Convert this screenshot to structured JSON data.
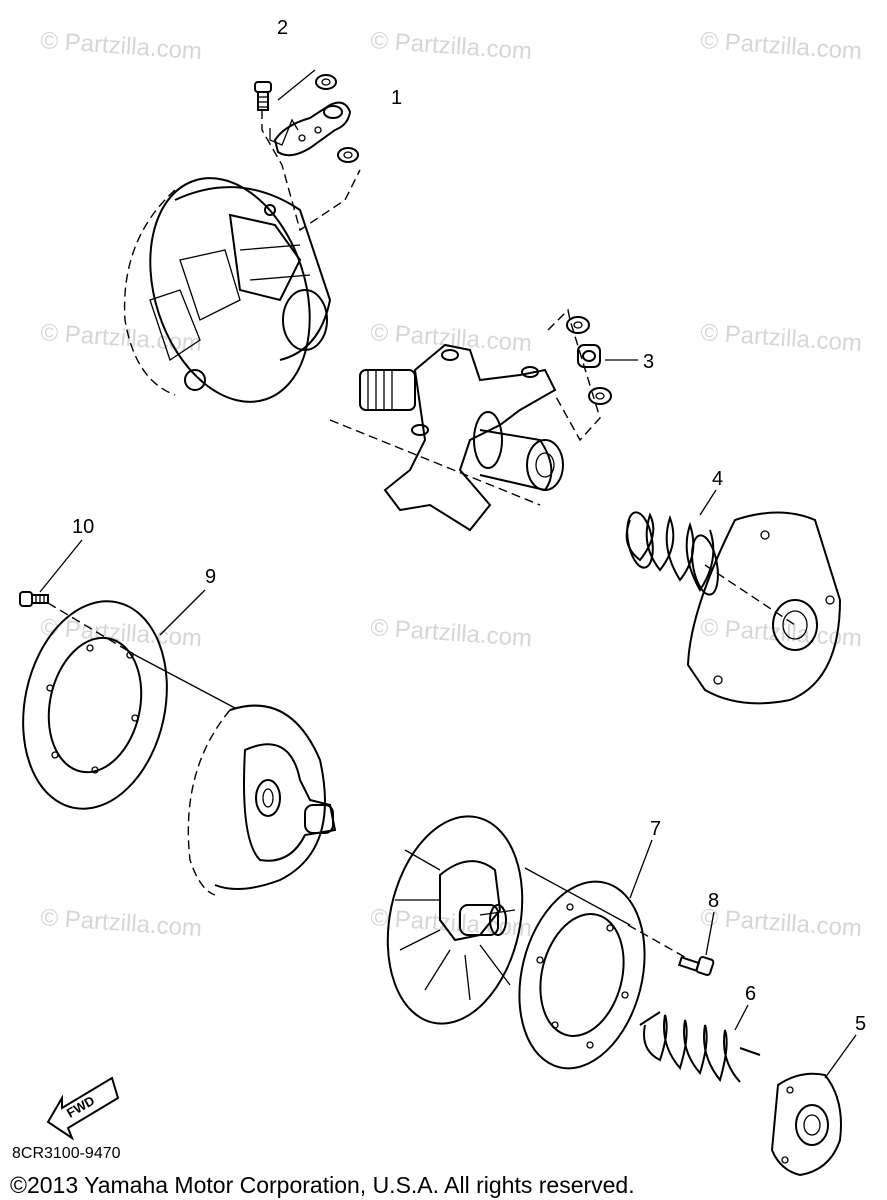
{
  "watermarks": [
    "© Partzilla.com",
    "© Partzilla.com",
    "© Partzilla.com",
    "© Partzilla.com",
    "© Partzilla.com",
    "© Partzilla.com",
    "© Partzilla.com",
    "© Partzilla.com",
    "© Partzilla.com",
    "© Partzilla.com",
    "© Partzilla.com",
    "© Partzilla.com"
  ],
  "callouts": [
    "1",
    "2",
    "3",
    "4",
    "5",
    "6",
    "7",
    "8",
    "9",
    "10"
  ],
  "fwd_label": "FWD",
  "diagram_code": "8CR3100-9470",
  "copyright": "©2013 Yamaha Motor Corporation, U.S.A. All rights reserved."
}
